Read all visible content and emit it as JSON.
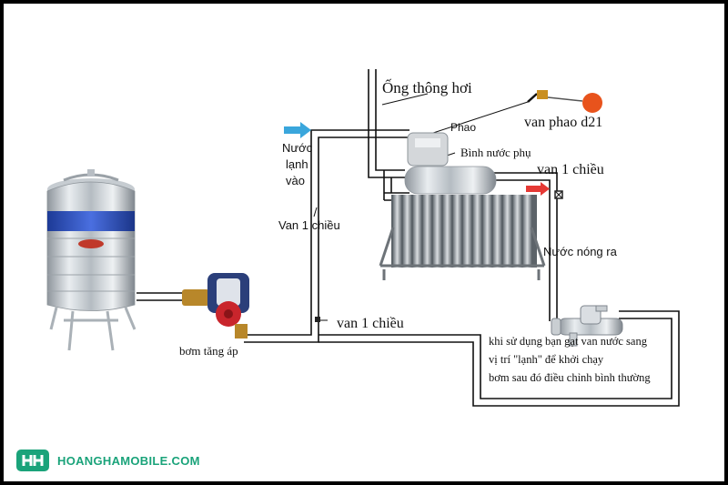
{
  "labels": {
    "ong_thong_hoi": "Ống thông hơi",
    "phao": "Phao",
    "van_phao": "van phao d21",
    "binh_nuoc_phu": "Bình nước phụ",
    "van_1_chieu_top": "van 1 chiều",
    "nuoc_lanh_vao_1": "Nước",
    "nuoc_lanh_vao_2": "lạnh",
    "nuoc_lanh_vao_3": "vào",
    "van_1_chieu_left": "Van 1 chiều",
    "nuoc_nong_ra": "Nước nóng ra",
    "van_1_chieu_bottom": "van 1 chiều",
    "bom_tang_ap": "bơm tăng áp"
  },
  "note_lines": [
    "khi sử dụng bạn gạt van nước sang",
    "vị trí \"lạnh\" để khởi chạy",
    "bơm sau đó điều chỉnh bình thường"
  ],
  "logo": {
    "text": "HOANGHAMOBILE.COM",
    "icon": "hh-logo-icon"
  },
  "colors": {
    "cold_arrow": "#3aa6dc",
    "hot_arrow": "#e53935",
    "brand": "#1aa37a",
    "tank_band": "#2d4fb8"
  }
}
